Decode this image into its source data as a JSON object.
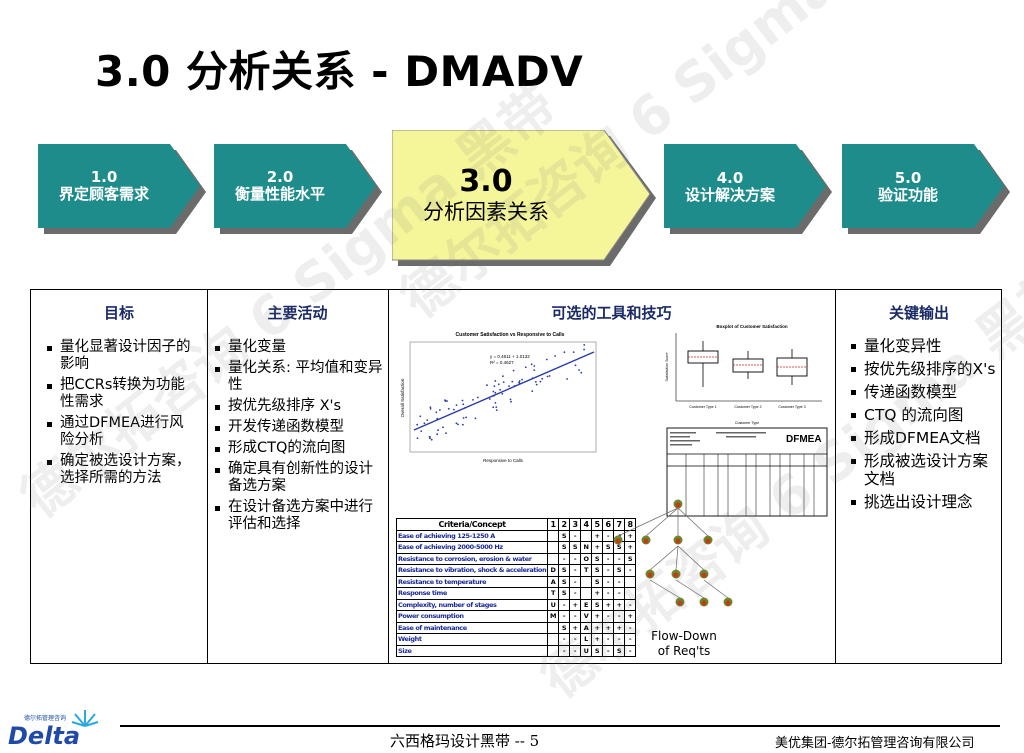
{
  "title": "3.0 分析关系 - DMADV",
  "process": {
    "steps": [
      {
        "num": "1.0",
        "label": "界定顾客需求"
      },
      {
        "num": "2.0",
        "label": "衡量性能水平"
      },
      {
        "num": "3.0",
        "label": "分析因素关系"
      },
      {
        "num": "4.0",
        "label": "设计解决方案"
      },
      {
        "num": "5.0",
        "label": "验证功能"
      }
    ],
    "colors": {
      "small_fill": "#1f8c8c",
      "big_fill": "#f5f59a",
      "shadow": "#6b6b6b"
    }
  },
  "table": {
    "headers": [
      "目标",
      "主要活动",
      "可选的工具和技巧",
      "关键输出"
    ],
    "goals": [
      "量化显著设计因子的影响",
      "把CCRs转换为功能性需求",
      "通过DFMEA进行风险分析",
      "确定被选设计方案，选择所需的方法"
    ],
    "activities": [
      "量化变量",
      "量化关系: 平均值和变异性",
      "按优先级排序 X's",
      "开发传递函数模型",
      "形成CTQ的流向图",
      "确定具有创新性的设计备选方案",
      "在设计备选方案中进行评估和选择"
    ],
    "outputs": [
      "量化变异性",
      "按优先级排序的X's",
      "传递函数模型",
      "CTQ 的流向图",
      "形成DFMEA文档",
      "形成被选设计方案文档",
      "挑选出设计理念"
    ]
  },
  "tools": {
    "scatter_title": "Customer Satisfaction vs Responsive to Calls",
    "scatter_equation": "y = 0.4611 + 1.0132",
    "scatter_r2": "R² = 0.4627",
    "scatter_xlabel": "Responsive to Calls",
    "scatter_ylabel": "Overall Satisfaction",
    "boxplot_title": "Boxplot of Customer Satisfaction",
    "boxplot_ylabel": "Satisfaction Score",
    "boxplot_cats": [
      "Customer Type 1",
      "Customer Type 2",
      "Customer Type 3"
    ],
    "dfmea_label": "DFMEA",
    "dfmea_caption": "Customer Type",
    "pugh": {
      "header": "Criteria/Concept",
      "cols": [
        "1",
        "2",
        "3",
        "4",
        "5",
        "6",
        "7",
        "8"
      ],
      "rows": [
        {
          "crit": "Ease of achieving 125-1250 A",
          "v": [
            "",
            "S",
            "-",
            "",
            "+",
            "-",
            "+",
            "+"
          ]
        },
        {
          "crit": "Ease of achieving 2000-5000 Hz",
          "v": [
            "",
            "S",
            "S",
            "N",
            "+",
            "S",
            "S",
            "+"
          ]
        },
        {
          "crit": "Resistance to corrosion, erosion & water",
          "v": [
            "",
            "-",
            "-",
            "O",
            "S",
            "-",
            "-",
            "S"
          ]
        },
        {
          "crit": "Resistance to vibration, shock & acceleration",
          "v": [
            "D",
            "S",
            "-",
            "T",
            "S",
            "-",
            "S",
            "-"
          ]
        },
        {
          "crit": "Resistance to temperature",
          "v": [
            "A",
            "S",
            "-",
            "",
            "S",
            "-",
            "-",
            ""
          ]
        },
        {
          "crit": "Response time",
          "v": [
            "T",
            "S",
            "-",
            "",
            "+",
            "-",
            "-",
            ""
          ]
        },
        {
          "crit": "Complexity, number of stages",
          "v": [
            "U",
            "-",
            "+",
            "E",
            "S",
            "+",
            "+",
            "-"
          ]
        },
        {
          "crit": "Power consumption",
          "v": [
            "M",
            "-",
            "-",
            "V",
            "+",
            "-",
            "-",
            "+"
          ]
        },
        {
          "crit": "Ease of maintenance",
          "v": [
            "",
            "S",
            "+",
            "A",
            "+",
            "+",
            "+",
            "-"
          ]
        },
        {
          "crit": "Weight",
          "v": [
            "",
            "-",
            "-",
            "L",
            "+",
            "-",
            "-",
            "-"
          ]
        },
        {
          "crit": "Size",
          "v": [
            "",
            "-",
            "-",
            "U",
            "S",
            "-",
            "S",
            "-"
          ]
        }
      ]
    },
    "flow_caption_1": "Flow-Down",
    "flow_caption_2": "of Req'ts"
  },
  "footer": {
    "center": "六西格玛设计黑带 -- 5",
    "right": "美优集团-德尔拓管理咨询有限公司",
    "logo": "Delta",
    "logo_small": "德尔拓管理咨询"
  },
  "watermark": "德尔拓咨询 6 Sigma 黑带"
}
